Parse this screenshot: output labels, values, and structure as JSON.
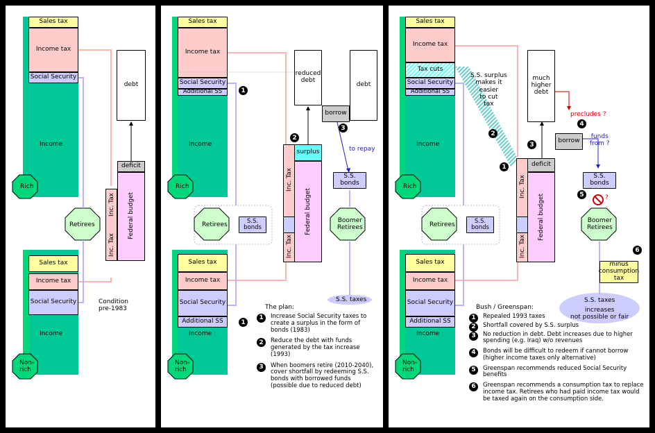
{
  "labels": {
    "sales_tax": "Sales tax",
    "income_tax": "Income tax",
    "social_security": "Social Security",
    "additional_ss": "Additional SS",
    "income": "Income",
    "rich": "Rich",
    "non_rich": "Non-\nrich",
    "retirees": "Retirees",
    "debt": "debt",
    "reduced_debt": "reduced\ndebt",
    "much_higher_debt": "much\nhigher\ndebt",
    "deficit": "deficit",
    "surplus": "surplus",
    "borrow": "borrow",
    "inc_tax": "Inc. Tax",
    "federal_budget": "Federal budget",
    "ss_bonds": "S.S.\nbonds",
    "ss_bonds_inline": "S.S.\nbonds",
    "boomer_retirees": "Boomer\nRetirees",
    "ss_taxes": "S.S. taxes",
    "to_repay": "to repay",
    "tax_cuts": "Tax cuts",
    "ss_surplus_note": "S.S. surplus\nmakes it\neasier\nto cut\ntax",
    "precludes": "precludes ?",
    "funds_from": "funds\nfrom ?",
    "minus_consumption_tax": "minus\nconsumption\ntax",
    "increases_not_possible": "increases\nnot possible or fair",
    "condition": "Condition\npre-1983"
  },
  "numbers": [
    "1",
    "2",
    "3",
    "4",
    "5",
    "6"
  ],
  "question_mark": "?",
  "plan": {
    "title": "The plan:",
    "items": [
      "Increase Social Security taxes to create a surplus in the form of bonds (1983)",
      "Reduce the debt with funds generated by the tax increase (1993)",
      "When boomers retire (2010-2040), cover shortfall by redeeming S.S. bonds with borrowed funds (possible due to reduced debt)"
    ]
  },
  "bush": {
    "title": "Bush / Greenspan:",
    "items": [
      "Repealed 1993 taxes",
      "Shortfall covered by S.S. surplus",
      "No reduction in debt. Debt increases due to higher spending (e.g. Iraq) w/o revenues",
      "Bonds will be difficult to redeem if cannot borrow (higher income taxes only alternative)",
      "Greenspan recommends reduced Social Security benefits",
      "Greenspan recommends a consumption tax to replace income tax.  Retirees who had paid income tax would be taxed again on the consumption side."
    ]
  },
  "colors": {
    "sales": "#ffffa0",
    "income_tax": "#ffcccc",
    "ss": "#ccccff",
    "income": "#00c896",
    "federal": "#ffccff",
    "surplus": "#66ffff",
    "octagon": "#00d87a",
    "retirees": "#ccffcc",
    "pink_arrow": "#ffb4b4",
    "blue_arrow": "#b4b4ff",
    "red_note": "#d00000",
    "blue_note": "#2020c0"
  }
}
